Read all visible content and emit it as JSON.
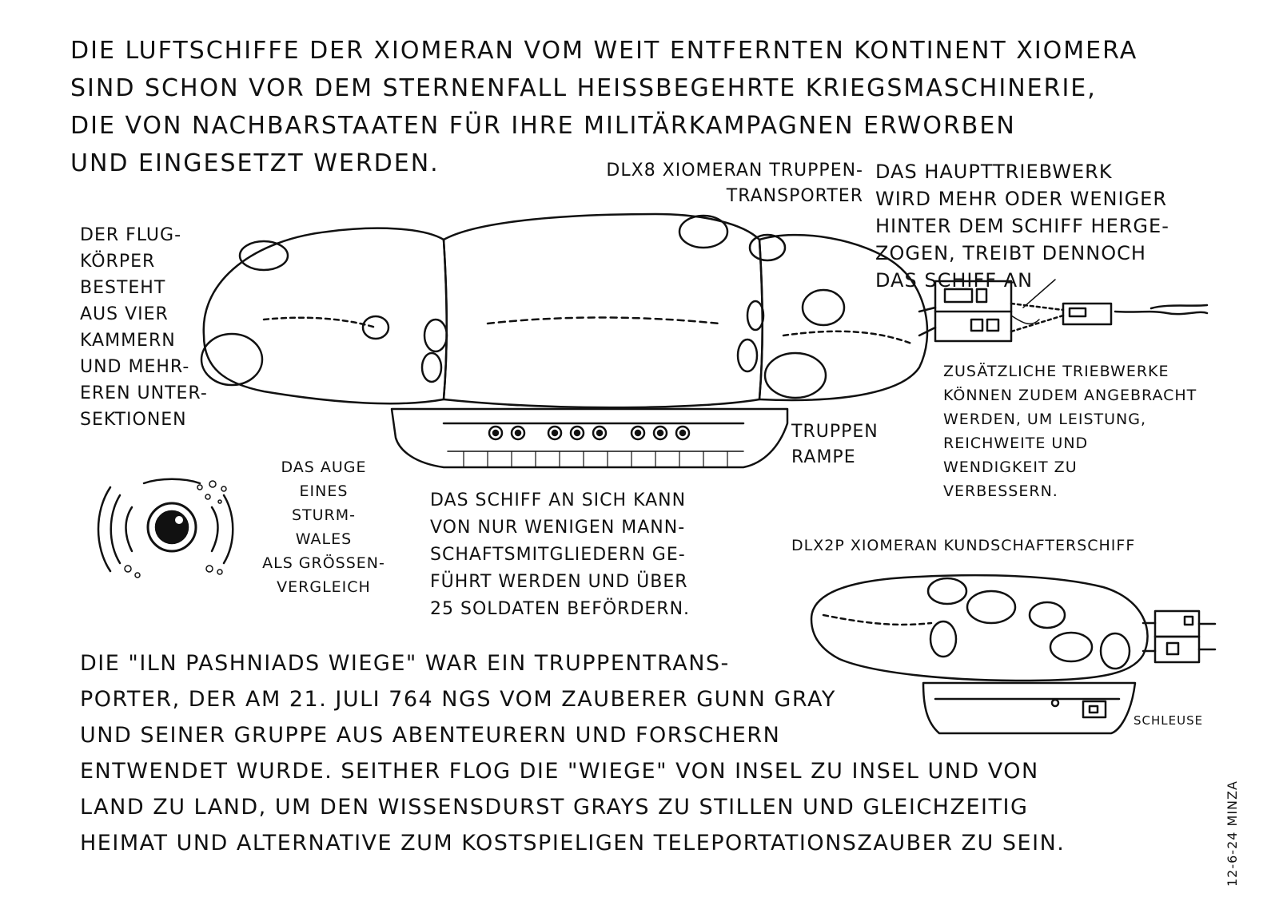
{
  "intro": "DIE LUFTSCHIFFE DER XIOMERAN VOM WEIT ENTFERNTEN KONTINENT XIOMERA\nSIND SCHON VOR DEM STERNENFALL HEISSBEGEHRTE KRIEGSMASCHINERIE,\nDIE VON NACHBARSTAATEN FÜR IHRE MILITÄRKAMPAGNEN ERWORBEN\nUND EINGESETZT WERDEN.",
  "labels": {
    "ship1_name": "DLX8 XIOMERAN TRUPPEN-\nTRANSPORTER",
    "main_engine": "DAS HAUPTTRIEBWERK\nWIRD MEHR ODER WENIGER\nHINTER DEM SCHIFF HERGE-\nZOGEN, TREIBT DENNOCH\nDAS SCHIFF AN",
    "hull": "DER FLUG-\nKÖRPER\nBESTEHT\nAUS VIER\nKAMMERN\nUND MEHR-\nEREN UNTER-\nSEKTIONEN",
    "extra_engines": "ZUSÄTZLICHE TRIEBWERKE\nKÖNNEN ZUDEM ANGEBRACHT\nWERDEN, UM LEISTUNG,\nREICHWEITE UND\nWENDIGKEIT ZU\nVERBESSERN.",
    "ramp": "TRUPPEN\nRAMPE",
    "eye": "DAS AUGE\nEINES\nSTURM-\nWALES\nALS GRÖSSEN-\nVERGLEICH",
    "crew": "DAS SCHIFF AN SICH KANN\nVON NUR WENIGEN MANN-\nSCHAFTSMITGLIEDERN GE-\nFÜHRT WERDEN UND ÜBER\n25 SOLDATEN BEFÖRDERN.",
    "ship2_name": "DLX2P XIOMERAN KUNDSCHAFTERSCHIFF",
    "airlock": "SCHLEUSE"
  },
  "story": "DIE \"ILN PASHNIADS WIEGE\" WAR EIN TRUPPENTRANS-\nPORTER, DER AM 21. JULI 764 NGS VOM ZAUBERER GUNN GRAY\nUND SEINER GRUPPE AUS ABENTEURERN UND FORSCHERN\nENTWENDET WURDE. SEITHER FLOG DIE \"WIEGE\" VON INSEL ZU INSEL UND VON\nLAND ZU LAND, UM DEN WISSENSDURST GRAYS ZU STILLEN UND GLEICHZEITIG\nHEIMAT UND ALTERNATIVE ZUM KOSTSPIELIGEN TELEPORTATIONSZAUBER ZU SEIN.",
  "signature": "12-6-24 MINZA",
  "ink_color": "#111111",
  "paper_color": "#ffffff"
}
